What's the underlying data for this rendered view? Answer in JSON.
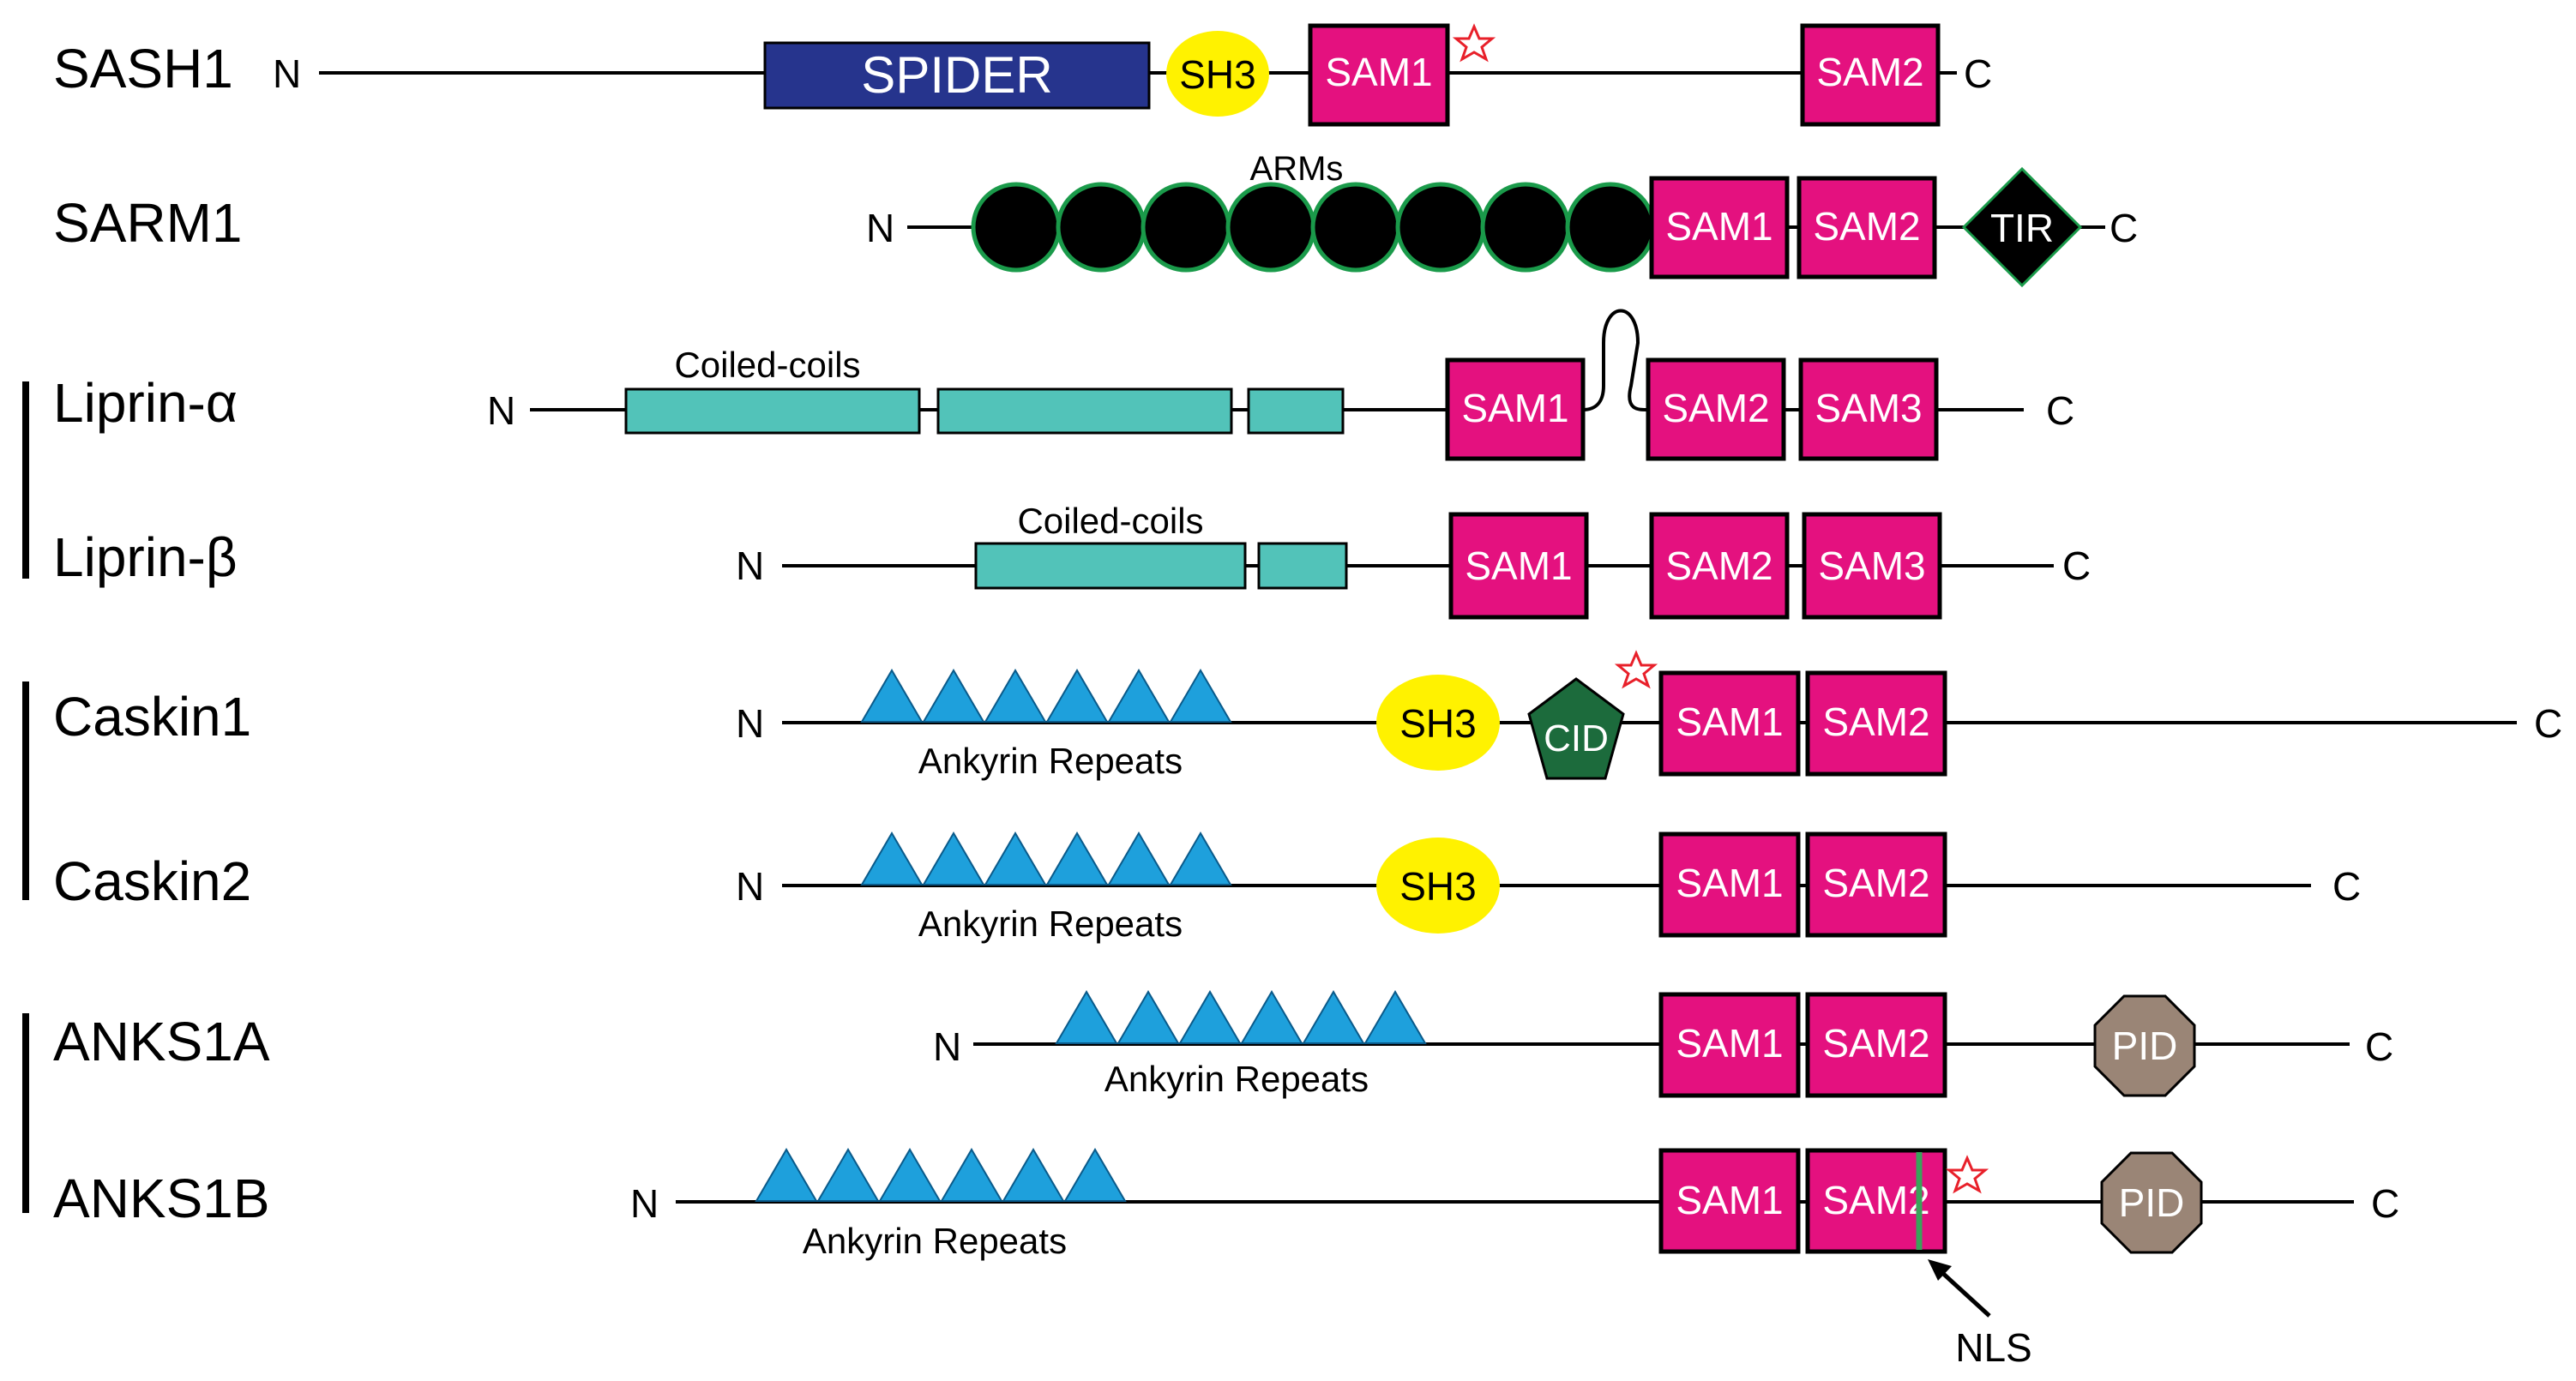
{
  "proteins": {
    "sash1": {
      "name": "SASH1",
      "n": "N",
      "c": "C",
      "spider": "SPIDER",
      "sh3": "SH3",
      "sam1": "SAM1",
      "sam2": "SAM2"
    },
    "sarm1": {
      "name": "SARM1",
      "n": "N",
      "c": "C",
      "arms_label": "ARMs",
      "sam1": "SAM1",
      "sam2": "SAM2",
      "tir": "TIR"
    },
    "liprin_a": {
      "name": "Liprin-α",
      "n": "N",
      "c": "C",
      "coils_label": "Coiled-coils",
      "sam1": "SAM1",
      "sam2": "SAM2",
      "sam3": "SAM3"
    },
    "liprin_b": {
      "name": "Liprin-β",
      "n": "N",
      "c": "C",
      "coils_label": "Coiled-coils",
      "sam1": "SAM1",
      "sam2": "SAM2",
      "sam3": "SAM3"
    },
    "caskin1": {
      "name": "Caskin1",
      "n": "N",
      "c": "C",
      "ankyrin_label": "Ankyrin Repeats",
      "sh3": "SH3",
      "cid": "CID",
      "sam1": "SAM1",
      "sam2": "SAM2"
    },
    "caskin2": {
      "name": "Caskin2",
      "n": "N",
      "c": "C",
      "ankyrin_label": "Ankyrin Repeats",
      "sh3": "SH3",
      "sam1": "SAM1",
      "sam2": "SAM2"
    },
    "anks1a": {
      "name": "ANKS1A",
      "n": "N",
      "c": "C",
      "ankyrin_label": "Ankyrin Repeats",
      "sam1": "SAM1",
      "sam2": "SAM2",
      "pid": "PID"
    },
    "anks1b": {
      "name": "ANKS1B",
      "n": "N",
      "c": "C",
      "ankyrin_label": "Ankyrin Repeats",
      "sam1": "SAM1",
      "sam2": "SAM2",
      "pid": "PID",
      "nls_label": "NLS"
    }
  },
  "colors": {
    "sam": "#e4117f",
    "spider": "#26348d",
    "sh3": "#fff200",
    "arm": "#000000",
    "arm_outline": "#1a9a4a",
    "tir": "#000000",
    "coiled_coil": "#52c3b9",
    "ankyrin": "#1ea0dc",
    "cid": "#1c6b3c",
    "pid": "#9a8576",
    "star": "#e8202a",
    "nls_mark": "#3aa35a"
  }
}
